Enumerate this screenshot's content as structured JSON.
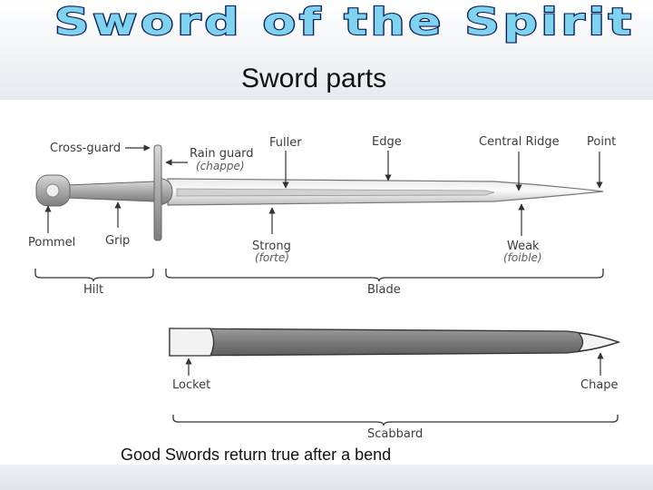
{
  "slide": {
    "header_title": "Sword of the Spirit",
    "subtitle": "Sword parts",
    "caption": "Good Swords return true after a bend"
  },
  "diagram": {
    "sword_labels": {
      "cross_guard": "Cross-guard",
      "rain_guard": "Rain guard",
      "rain_guard_alt": "(chappe)",
      "fuller": "Fuller",
      "edge": "Edge",
      "central_ridge": "Central Ridge",
      "point": "Point",
      "pommel": "Pommel",
      "grip": "Grip",
      "strong": "Strong",
      "strong_alt": "(forte)",
      "weak": "Weak",
      "weak_alt": "(foible)",
      "hilt": "Hilt",
      "blade": "Blade"
    },
    "scabbard_labels": {
      "locket": "Locket",
      "chape": "Chape",
      "scabbard": "Scabbard"
    }
  },
  "colors": {
    "title_fill": "#7fd3ee",
    "title_stroke": "#0b1f5c",
    "label_text": "#3c3c3c",
    "scabbard_fill": "#7e7e7e"
  }
}
